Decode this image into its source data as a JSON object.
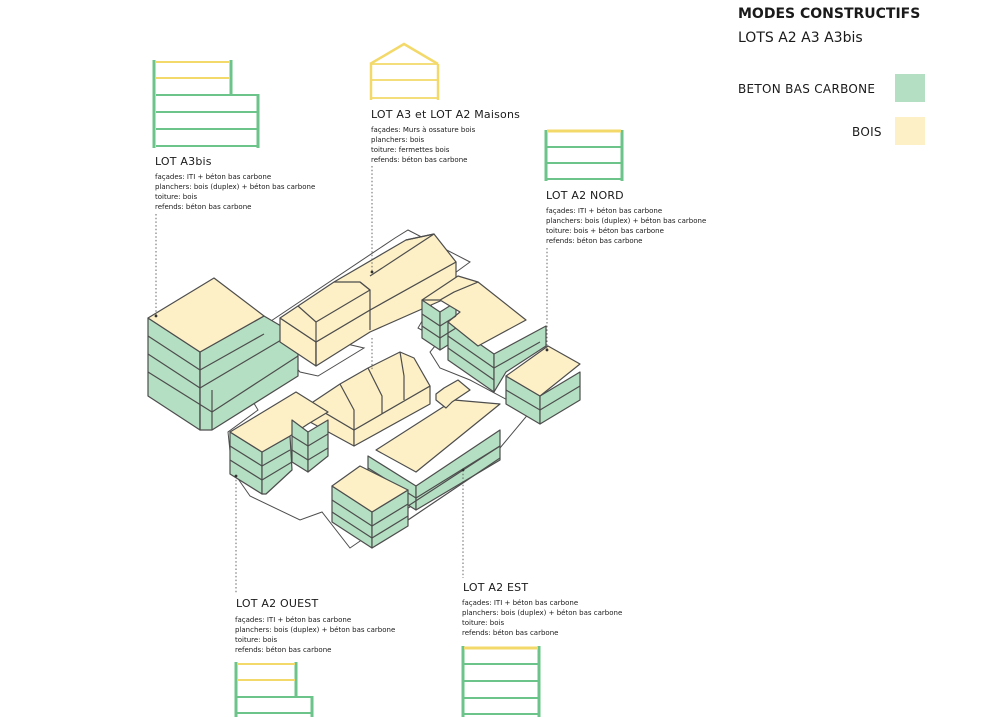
{
  "header": {
    "title": "MODES CONSTRUCTIFS",
    "subtitle": "LOTS A2 A3 A3bis"
  },
  "legend": {
    "items": [
      {
        "label": "BETON BAS  CARBONE",
        "color": "#b4dfc2"
      },
      {
        "label": "BOIS",
        "color": "#fdf0c6"
      }
    ]
  },
  "colors": {
    "green_fill": "#b4dfc2",
    "yellow_fill": "#fdf0c6",
    "green_line": "#6cc48a",
    "yellow_line": "#f3d96a",
    "outline": "#4d4d4d"
  },
  "lots": {
    "a3bis": {
      "title": "LOT A3bis",
      "notes": [
        "façades: ITI + béton bas carbone",
        "planchers: bois (duplex) + béton bas carbone",
        "toiture: bois",
        "refends: béton bas carbone"
      ]
    },
    "a3_a2_maisons": {
      "title": "LOT A3 et LOT A2 Maisons",
      "notes": [
        "façades: Murs à ossature bois",
        "planchers: bois",
        "toiture: fermettes bois",
        "refends: béton bas carbone"
      ]
    },
    "a2_nord": {
      "title": "LOT A2 NORD",
      "notes": [
        "façades: ITI + béton bas carbone",
        "planchers: bois (duplex) + béton bas carbone",
        "toiture: bois + béton bas carbone",
        "refends: béton bas carbone"
      ]
    },
    "a2_ouest": {
      "title": "LOT A2 OUEST",
      "notes": [
        "façades: ITI + béton bas carbone",
        "planchers: bois (duplex) + béton bas carbone",
        "toiture: bois",
        "refends: béton bas carbone"
      ]
    },
    "a2_est": {
      "title": "LOT A2 EST",
      "notes": [
        "façades: ITI + béton bas carbone",
        "planchers: bois (duplex) + béton bas carbone",
        "toiture: bois",
        "refends: béton bas carbone"
      ]
    }
  }
}
